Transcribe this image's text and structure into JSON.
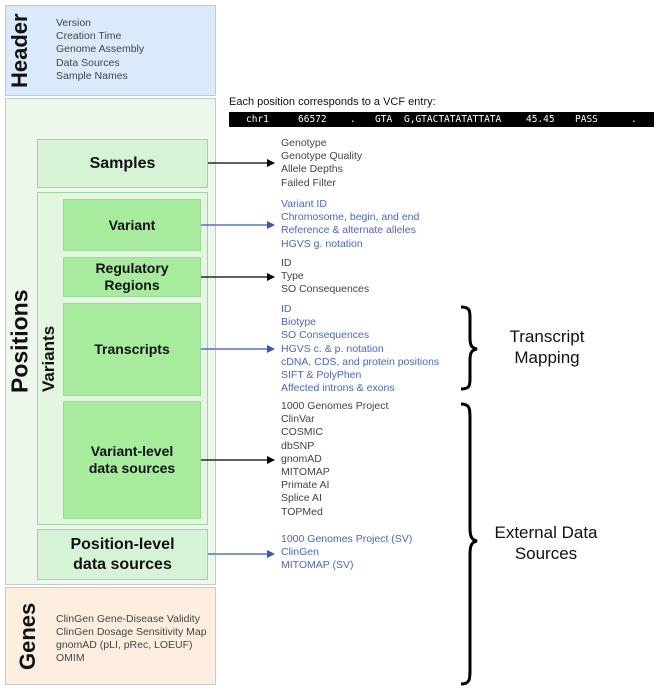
{
  "header": {
    "title": "Header",
    "items": [
      "Version",
      "Creation Time",
      "Genome Assembly",
      "Data Sources",
      "Sample Names"
    ]
  },
  "positions": {
    "title": "Positions"
  },
  "variants_group": {
    "title": "Variants"
  },
  "genes": {
    "title": "Genes",
    "items": [
      "ClinGen Gene-Disease Validity",
      "ClinGen Dosage Sensitivity Map",
      "gnomAD (pLI, pRec, LOEUF)",
      "OMIM"
    ]
  },
  "vcf": {
    "caption": "Each position corresponds to a VCF entry:",
    "fields": [
      "chr1",
      "66572",
      ".",
      "GTA",
      "G,GTACTATATATTATA",
      "45.45",
      "PASS",
      "."
    ]
  },
  "boxes": {
    "samples": "Samples",
    "variant": "Variant",
    "regulatory": "Regulatory Regions",
    "transcripts": "Transcripts",
    "variant_level": "Variant-level data sources",
    "position_level": "Position-level data sources"
  },
  "lists": {
    "samples": [
      "Genotype",
      "Genotype Quality",
      "Allele Depths",
      "Failed Filter"
    ],
    "variant": [
      "Variant ID",
      "Chromosome, begin, and end",
      "Reference & alternate alleles",
      "HGVS g. notation"
    ],
    "regulatory": [
      "ID",
      "Type",
      "SO Consequences"
    ],
    "transcripts": [
      "ID",
      "Biotype",
      "SO Consequences",
      "HGVS c. & p. notation",
      "cDNA, CDS, and protein positions",
      "SIFT & PolyPhen",
      "Affected introns & exons"
    ],
    "variant_level": [
      "1000 Genomes Project",
      "ClinVar",
      "COSMIC",
      "dbSNP",
      "gnomAD",
      "MITOMAP",
      "Primate AI",
      "Splice AI",
      "TOPMed"
    ],
    "position_level": [
      "1000 Genomes Project (SV)",
      "ClinGen",
      "MITOMAP (SV)"
    ]
  },
  "brackets": {
    "transcript_mapping": "Transcript Mapping",
    "external_sources": "External Data Sources"
  },
  "colors": {
    "header_bg": "#dbeafb",
    "positions_bg": "#eef7ec",
    "genes_bg": "#fdeee0",
    "samples_bg": "#d7f3d5",
    "variants_bg": "#e3f6df",
    "inner_box_bg": "#a6ec9c",
    "blue_arrow": "#3a55c2",
    "black_arrow": "#000000"
  }
}
